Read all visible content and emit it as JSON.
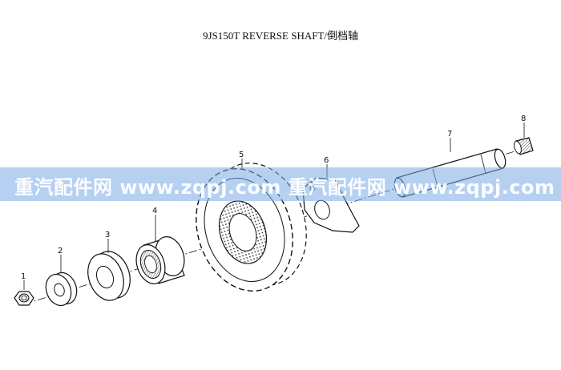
{
  "title": "9JS150T REVERSE SHAFT/倒档轴",
  "parts": [
    {
      "id": "1",
      "label": "1"
    },
    {
      "id": "2",
      "label": "2"
    },
    {
      "id": "3",
      "label": "3"
    },
    {
      "id": "4",
      "label": "4"
    },
    {
      "id": "5",
      "label": "5"
    },
    {
      "id": "6",
      "label": "6"
    },
    {
      "id": "7",
      "label": "7"
    },
    {
      "id": "8",
      "label": "8"
    }
  ],
  "watermark": {
    "text": "重汽配件网   www.zqpj.com   重汽配件网   www.zqpj.com   重"
  },
  "colors": {
    "line": "#111111",
    "banner": "#78aae6"
  }
}
